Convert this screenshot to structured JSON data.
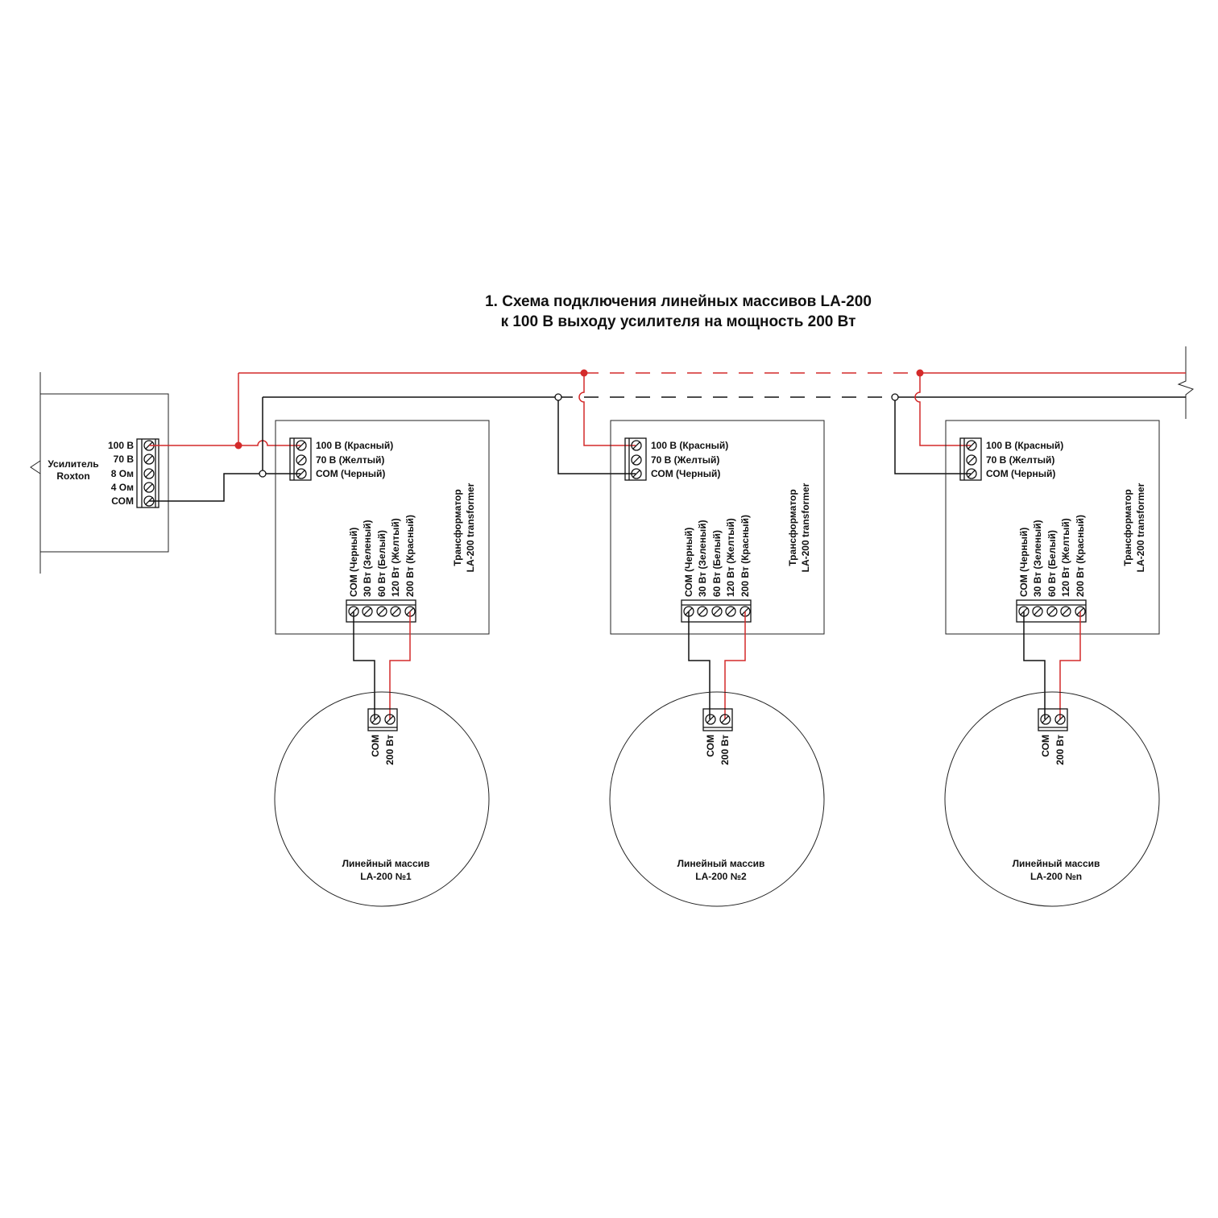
{
  "title": {
    "line1": "1. Схема подключения линейных массивов LA-200",
    "line2": "к 100 В выходу усилителя на мощность 200 Вт"
  },
  "amplifier": {
    "name_line1": "Усилитель",
    "name_line2": "Roxton",
    "terminals": [
      "100 В",
      "70 В",
      "8 Ом",
      "4 Ом",
      "СОМ"
    ]
  },
  "transformer": {
    "inputs": [
      "100 В (Красный)",
      "70 В (Желтый)",
      "СОМ (Черный)"
    ],
    "outputs": [
      "СОМ (Черный)",
      "30 Вт (Зеленый)",
      "60 Вт (Белый)",
      "120 Вт (Желтый)",
      "200 Вт (Красный)"
    ],
    "title_line1": "Трансформатор",
    "title_line2": "LA-200 transformer"
  },
  "speaker": {
    "terminals": [
      "СОМ",
      "200 Вт"
    ],
    "name_line1": "Линейный массив"
  },
  "modules": [
    {
      "speaker_label": "LA-200 №1"
    },
    {
      "speaker_label": "LA-200 №2"
    },
    {
      "speaker_label": "LA-200 №n"
    }
  ],
  "colors": {
    "signal": "#d42a2a",
    "common": "#111111"
  }
}
